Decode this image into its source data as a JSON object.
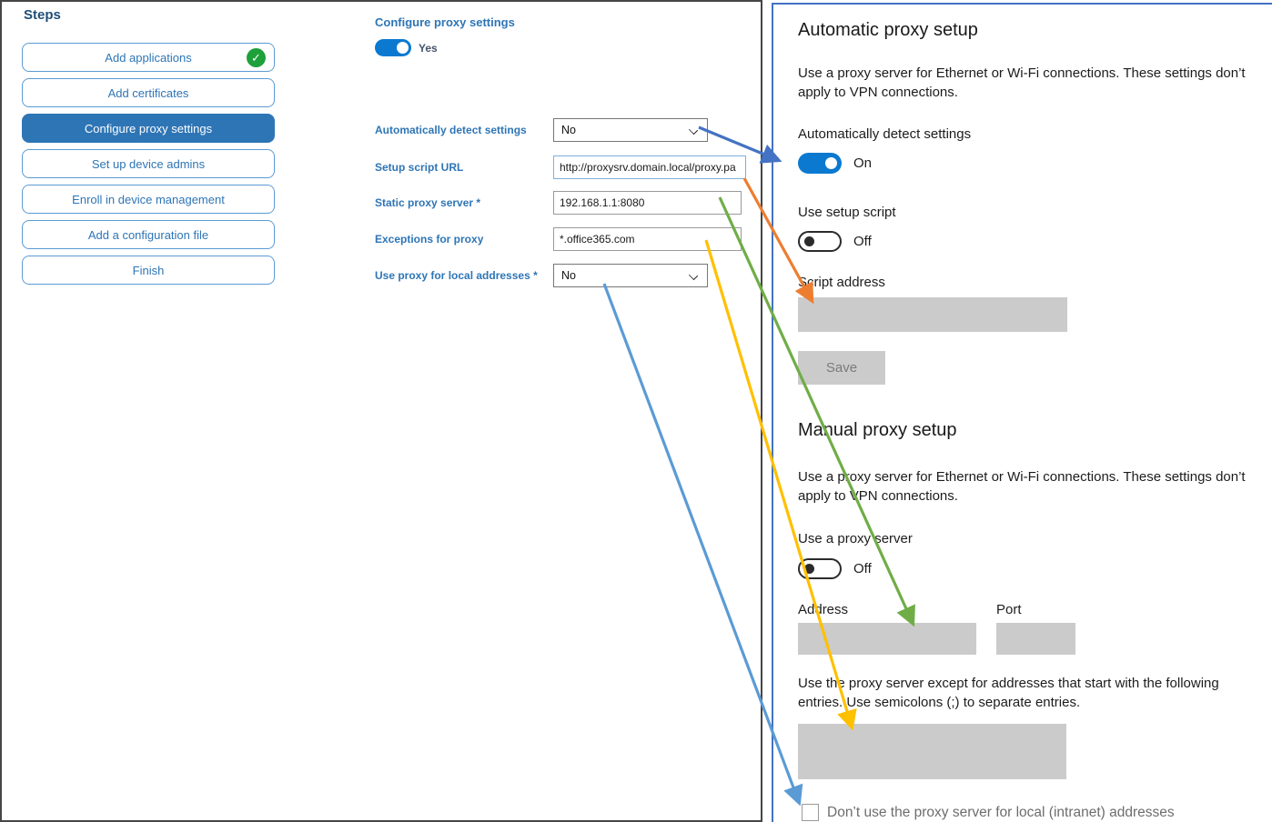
{
  "sidebar": {
    "title": "Steps",
    "items": [
      {
        "label": "Add applications",
        "state": "completed"
      },
      {
        "label": "Add certificates",
        "state": "normal"
      },
      {
        "label": "Configure proxy settings",
        "state": "selected"
      },
      {
        "label": "Set up device admins",
        "state": "normal"
      },
      {
        "label": "Enroll in device management",
        "state": "normal"
      },
      {
        "label": "Add a configuration file",
        "state": "normal"
      },
      {
        "label": "Finish",
        "state": "normal"
      }
    ],
    "completed_check_icon": "✓"
  },
  "wizard": {
    "title": "Configure proxy settings",
    "enable_toggle": {
      "state": "on",
      "label": "Yes"
    },
    "fields": [
      {
        "label": "Automatically detect settings",
        "type": "select",
        "value": "No"
      },
      {
        "label": "Setup script URL",
        "type": "text",
        "value": "http://proxysrv.domain.local/proxy.pa"
      },
      {
        "label": "Static proxy server *",
        "type": "text",
        "value": "192.168.1.1:8080"
      },
      {
        "label": "Exceptions for proxy",
        "type": "text",
        "value": "*.office365.com"
      },
      {
        "label": "Use proxy for local addresses *",
        "type": "select",
        "value": "No"
      }
    ]
  },
  "settings_panel": {
    "auto": {
      "title": "Automatic proxy setup",
      "description": "Use a proxy server for Ethernet or Wi-Fi connections. These settings don’t apply to VPN connections.",
      "detect_label": "Automatically detect settings",
      "detect_state": "On",
      "script_toggle_label": "Use setup script",
      "script_toggle_state": "Off",
      "script_address_label": "Script address",
      "save_label": "Save"
    },
    "manual": {
      "title": "Manual proxy setup",
      "description": "Use a proxy server for Ethernet or Wi-Fi connections. These settings don’t apply to VPN connections.",
      "proxy_toggle_label": "Use a proxy server",
      "proxy_toggle_state": "Off",
      "address_label": "Address",
      "port_label": "Port",
      "exceptions_help": "Use the proxy server except for addresses that start with the following entries. Use semicolons (;) to separate entries.",
      "local_checkbox_label": "Don’t use the proxy server for local (intranet) addresses",
      "local_checkbox_checked": false
    }
  },
  "annotations": {
    "arrows": [
      {
        "name": "detect-settings-mapping",
        "color": "#4472C4"
      },
      {
        "name": "setup-script-url-mapping",
        "color": "#ED7D31"
      },
      {
        "name": "static-proxy-mapping",
        "color": "#70AD47"
      },
      {
        "name": "proxy-exceptions-mapping",
        "color": "#FFC000"
      },
      {
        "name": "local-addresses-mapping",
        "color": "#5B9BD5"
      }
    ]
  },
  "colors": {
    "accent_blue": "#2e75b6",
    "sidebar_border_blue": "#5b9bd5",
    "steps_title_blue": "#1f4e79",
    "toggle_on_blue": "#0b79d0",
    "panel_border_blue": "#4472c4",
    "disabled_gray": "#cbcbcb",
    "completed_green": "#1ea03a"
  }
}
